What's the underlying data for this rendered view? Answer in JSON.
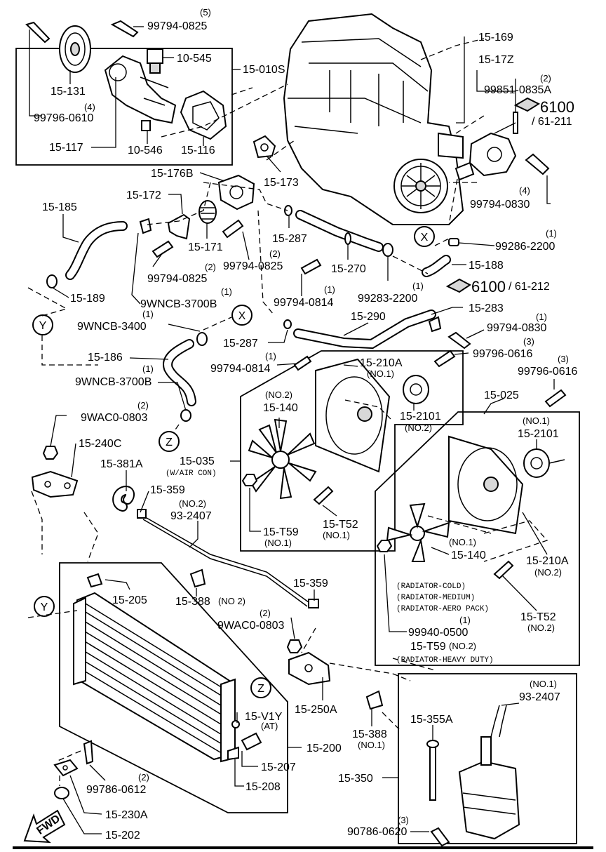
{
  "labels": {
    "p99794_0825_top_qty": "(5)",
    "p99794_0825_top": "99794-0825",
    "p15_131": "15-131",
    "p99796_0610_qty": "(4)",
    "p99796_0610": "99796-0610",
    "p10_545": "10-545",
    "p15_010s": "15-010S",
    "p15_117": "15-117",
    "p10_546": "10-546",
    "p15_116": "15-116",
    "p15_173": "15-173",
    "p15_169": "15-169",
    "p15_17z": "15-17Z",
    "p99851_qty": "(2)",
    "p99851": "99851-0835A",
    "ref6100a": "6100",
    "ref61_211": "/ 61-211",
    "p99794_0830a_qty": "(4)",
    "p99794_0830a": "99794-0830",
    "p15_176b": "15-176B",
    "p15_172": "15-172",
    "p15_185": "15-185",
    "p15_171": "15-171",
    "p15_287a": "15-287",
    "p99794_0825b_qty": "(2)",
    "p99794_0825b": "99794-0825",
    "p99794_0825c_qty": "(2)",
    "p99794_0825c": "99794-0825",
    "p15_270": "15-270",
    "p99286_qty": "(1)",
    "p99286": "99286-2200",
    "p15_188": "15-188",
    "p15_189": "15-189",
    "p9wncb3700b_qty": "(1)",
    "p9wncb3700b": "9WNCB-3700B",
    "p99794_0814a_qty": "(1)",
    "p99794_0814a": "99794-0814",
    "p99283_qty": "(1)",
    "p99283": "99283-2200",
    "ref6100b": "6100",
    "ref61_212": "/ 61-212",
    "p15_283": "15-283",
    "p15_290": "15-290",
    "p9wncb3400_qty": "(1)",
    "p9wncb3400": "9WNCB-3400",
    "p15_287b": "15-287",
    "p99794_0830b_qty": "(1)",
    "p99794_0830b": "99794-0830",
    "p99796_0616a_qty": "(3)",
    "p99796_0616a": "99796-0616",
    "p15_186": "15-186",
    "p99794_0814b_qty": "(1)",
    "p99794_0814b": "99794-0814",
    "p15_210a_no1": "15-210A",
    "p15_210a_no1_sub": "(NO.1)",
    "p9wncb3700b2_qty": "(1)",
    "p9wncb3700b2": "9WNCB-3700B",
    "p99796_0616b_qty": "(3)",
    "p99796_0616b": "99796-0616",
    "p15_140_no2_sub": "(NO.2)",
    "p15_140_no2": "15-140",
    "p15_2101_no2": "15-2101",
    "p15_2101_no2_sub": "(NO.2)",
    "p15_025": "15-025",
    "p9wac0803a_qty": "(2)",
    "p9wac0803a": "9WAC0-0803",
    "p15_240c": "15-240C",
    "p15_035": "15-035",
    "p15_035_sub": "(W/AIR CON)",
    "p15_2101_no1_sub": "(NO.1)",
    "p15_2101_no1": "15-2101",
    "p15_381a": "15-381A",
    "p15_359a": "15-359",
    "p93_2407a_sub": "(NO.2)",
    "p93_2407a": "93-2407",
    "p15_t59_no1": "15-T59",
    "p15_t59_no1_sub": "(NO.1)",
    "p15_t52_no1": "15-T52",
    "p15_t52_no1_sub": "(NO.1)",
    "p15_140_no1_sub": "(NO.1)",
    "p15_140_no1": "15-140",
    "p15_210a_no2": "15-210A",
    "p15_210a_no2_sub": "(NO.2)",
    "p15_205": "15-205",
    "p15_388_no2": "15-388",
    "p15_388_no2_sub": "(NO 2)",
    "p15_359b": "15-359",
    "note_cold": "(RADIATOR-COLD)",
    "note_medium": "(RADIATOR-MEDIUM)",
    "note_aero": "(RADIATOR-AERO PACK)",
    "p15_t52_no2": "15-T52",
    "p15_t52_no2_sub": "(NO.2)",
    "p9wac0803b_qty": "(2)",
    "p9wac0803b": "9WAC0-0803",
    "p99940_qty": "(1)",
    "p99940": "99940-0500",
    "p15_t59_no2": "15-T59",
    "p15_t59_no2_sub": "(NO.2)",
    "note_heavy": "(RADIATOR-HEAVY DUTY)",
    "p15_250a": "15-250A",
    "p93_2407b_sub": "(NO.1)",
    "p93_2407b": "93-2407",
    "p15_v1y": "15-V1Y",
    "p15_v1y_sub": "(AT)",
    "p15_388_no1": "15-388",
    "p15_388_no1_sub": "(NO.1)",
    "p15_355a": "15-355A",
    "p15_200": "15-200",
    "p15_207": "15-207",
    "p15_208": "15-208",
    "p99786_qty": "(2)",
    "p99786": "99786-0612",
    "p15_350": "15-350",
    "p15_230a": "15-230A",
    "p90786_qty": "(3)",
    "p90786": "90786-0620",
    "p15_202": "15-202",
    "fwd": "FWD",
    "conn_x_top": "X",
    "conn_x_bottom": "X",
    "conn_y_top": "Y",
    "conn_y_bottom": "Y",
    "conn_z_top": "Z",
    "conn_z_bottom": "Z"
  }
}
